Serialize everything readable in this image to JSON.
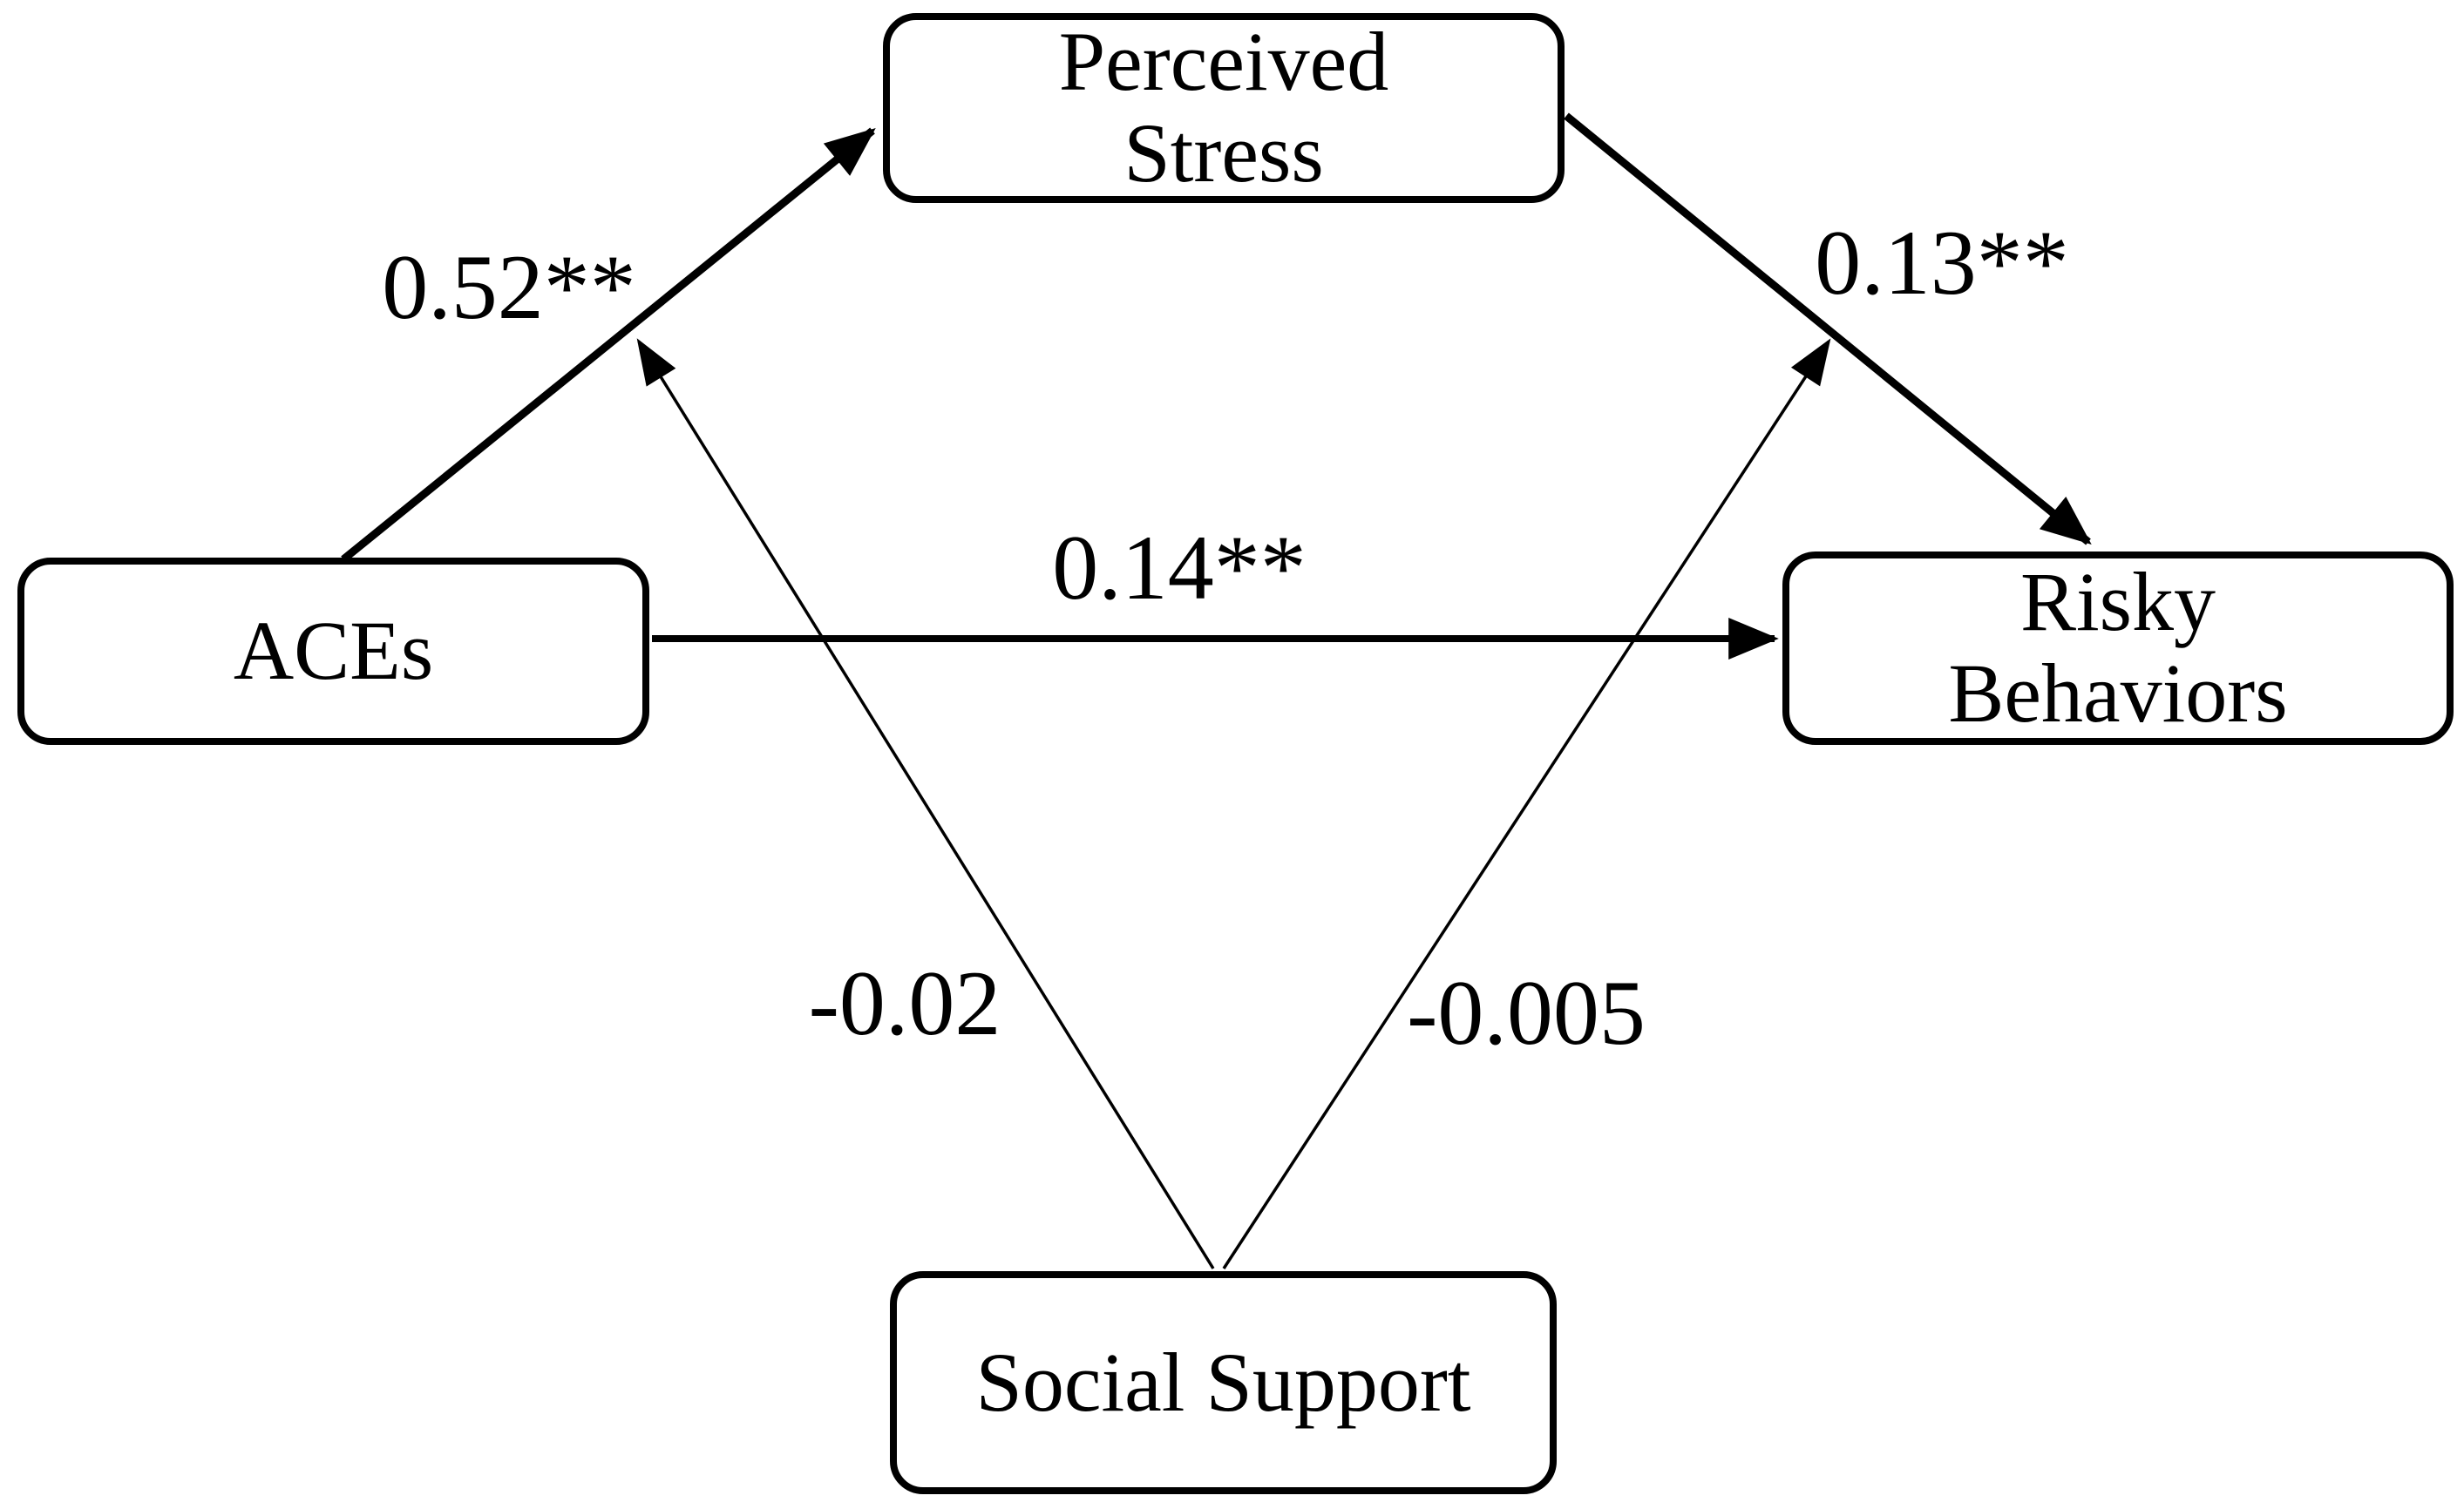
{
  "figure": {
    "type": "path-diagram",
    "background_color": "#ffffff",
    "line_color": "#000000",
    "text_color": "#000000"
  },
  "nodes": {
    "perceived_stress": {
      "line1": "Perceived",
      "line2": "Stress"
    },
    "aces": {
      "line1": "ACEs"
    },
    "risky_behaviors": {
      "line1": "Risky",
      "line2": "Behaviors"
    },
    "social_support": {
      "line1": "Social Support"
    }
  },
  "coefficients": {
    "aces_to_stress": "0.52**",
    "stress_to_risky": "0.13**",
    "aces_to_risky": "0.14**",
    "support_to_aces_stress_path": "-0.02",
    "support_to_stress_risky_path": "-0.005"
  },
  "edges": [
    {
      "from": "ACEs",
      "to": "Perceived Stress",
      "label": "0.52**",
      "style": "thick-arrow"
    },
    {
      "from": "Perceived Stress",
      "to": "Risky Behaviors",
      "label": "0.13**",
      "style": "thick-arrow"
    },
    {
      "from": "ACEs",
      "to": "Risky Behaviors",
      "label": "0.14**",
      "style": "medium-arrow"
    },
    {
      "from": "Social Support",
      "to": "ACEs to Perceived Stress path",
      "label": "-0.02",
      "style": "thin-arrow"
    },
    {
      "from": "Social Support",
      "to": "Perceived Stress to Risky Behaviors path",
      "label": "-0.005",
      "style": "thin-arrow"
    }
  ]
}
